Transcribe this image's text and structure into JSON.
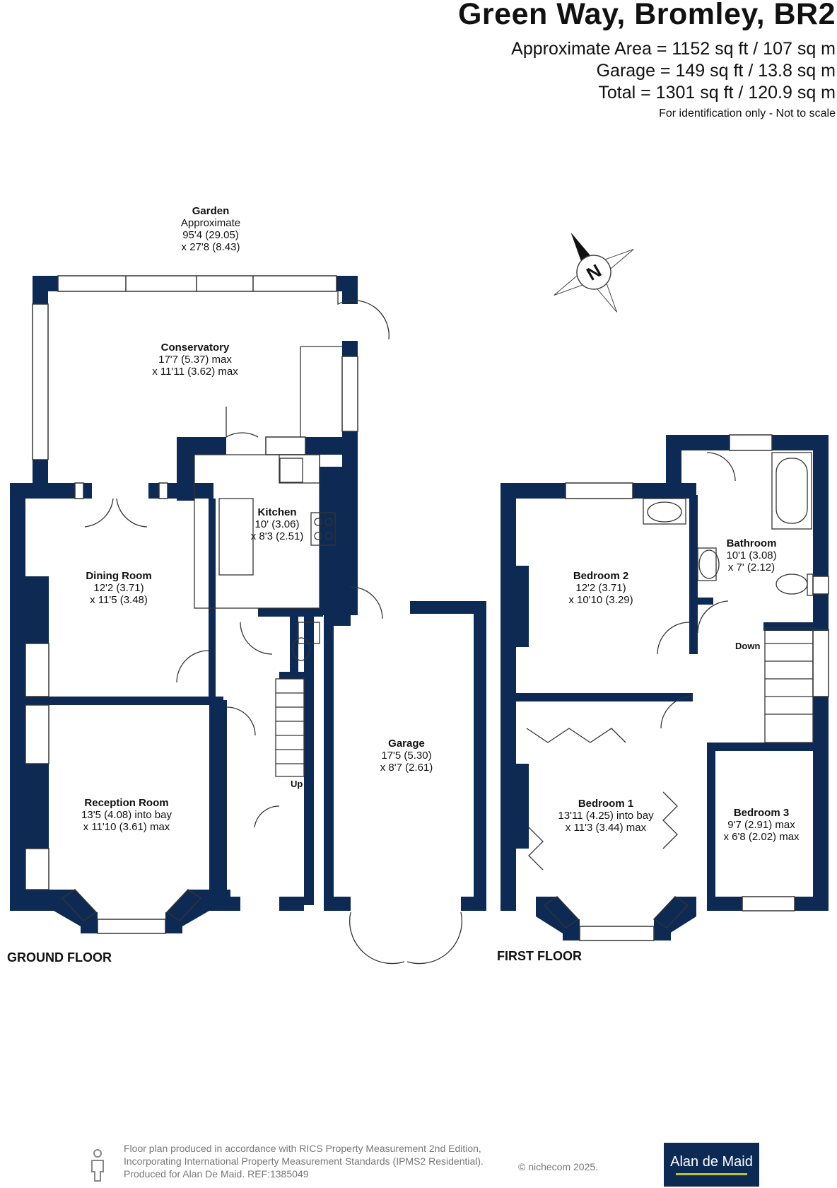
{
  "header": {
    "title": "Green Way, Bromley, BR2",
    "area": "Approximate Area = 1152 sq ft / 107 sq m",
    "garage_area": "Garage = 149 sq ft / 13.8 sq m",
    "total": "Total = 1301 sq ft / 120.9 sq m",
    "note": "For identification only - Not to scale"
  },
  "rooms": {
    "garden": {
      "name": "Garden",
      "l1": "Approximate",
      "l2": "95'4 (29.05)",
      "l3": "x 27'8 (8.43)"
    },
    "conservatory": {
      "name": "Conservatory",
      "l1": "17'7 (5.37) max",
      "l2": "x 11'11 (3.62) max"
    },
    "kitchen": {
      "name": "Kitchen",
      "l1": "10' (3.06)",
      "l2": "x 8'3 (2.51)"
    },
    "dining": {
      "name": "Dining Room",
      "l1": "12'2 (3.71)",
      "l2": "x 11'5 (3.48)"
    },
    "reception": {
      "name": "Reception Room",
      "l1": "13'5 (4.08) into bay",
      "l2": "x 11'10 (3.61) max"
    },
    "garage": {
      "name": "Garage",
      "l1": "17'5 (5.30)",
      "l2": "x 8'7 (2.61)"
    },
    "bedroom2": {
      "name": "Bedroom 2",
      "l1": "12'2 (3.71)",
      "l2": "x 10'10 (3.29)"
    },
    "bathroom": {
      "name": "Bathroom",
      "l1": "10'1 (3.08)",
      "l2": "x 7' (2.12)"
    },
    "bedroom1": {
      "name": "Bedroom 1",
      "l1": "13'11 (4.25) into bay",
      "l2": "x 11'3 (3.44) max"
    },
    "bedroom3": {
      "name": "Bedroom 3",
      "l1": "9'7 (2.91) max",
      "l2": "x 6'8 (2.02) max"
    }
  },
  "labels": {
    "up": "Up",
    "down": "Down",
    "ground_floor": "GROUND FLOOR",
    "first_floor": "FIRST FLOOR",
    "compass": "N"
  },
  "footer": {
    "line1": "Floor plan produced in accordance with RICS Property Measurement 2nd Edition,",
    "line2": "Incorporating International Property Measurement Standards (IPMS2 Residential).",
    "line3": "Produced for Alan De Maid.   REF:1385049",
    "copyright": "© nichecom 2025.",
    "brand": "Alan de Maid"
  },
  "colors": {
    "wall": "#0d2a54",
    "brand_accent": "#b7c52c"
  }
}
